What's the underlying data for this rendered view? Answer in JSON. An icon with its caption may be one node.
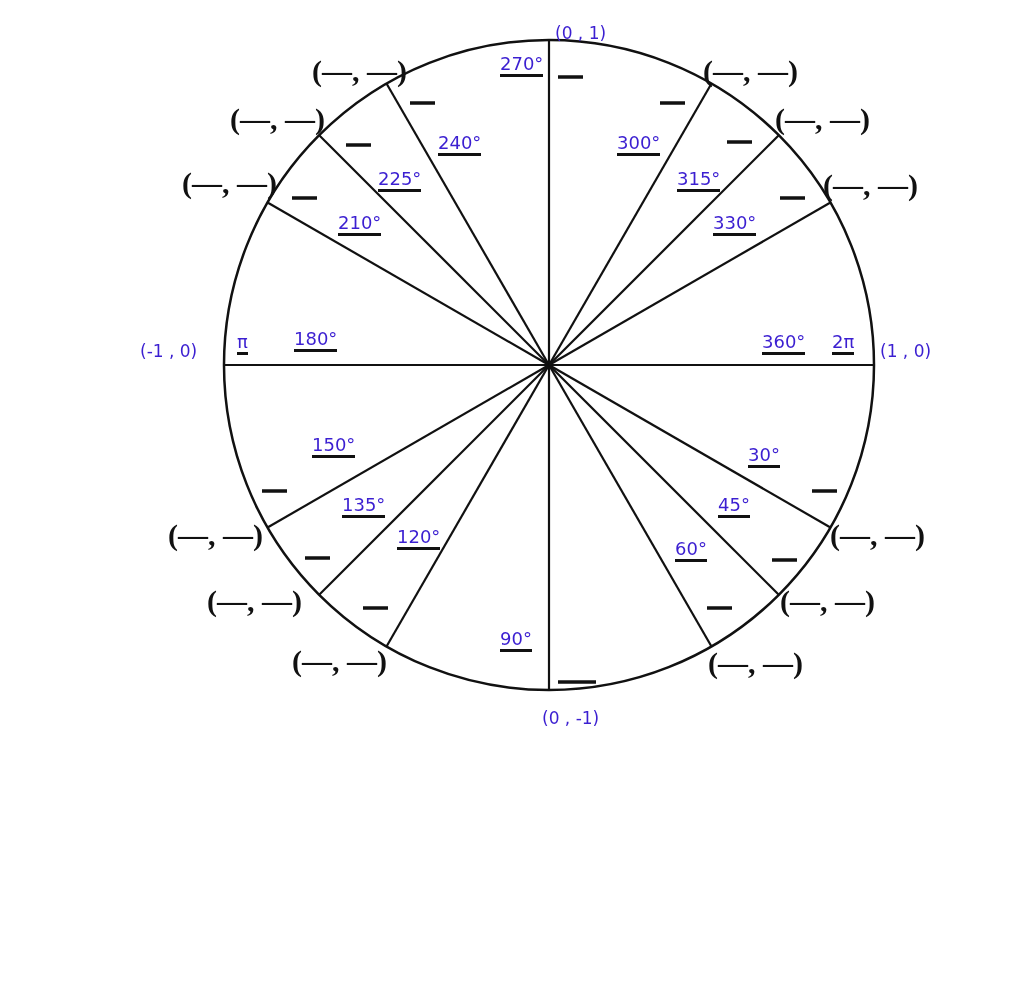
{
  "diagram": {
    "labels": [
      "(0 , 1)",
      "270°",
      "(—, —)",
      "(—, —)",
      "(—, —)",
      "(—, —)",
      "240°",
      "300°",
      "225°",
      "315°",
      "(—, —)",
      "(—, —)",
      "210°",
      "330°",
      "(-1 , 0)",
      "π",
      "180°",
      "360°",
      "2π",
      "(1 , 0)",
      "150°",
      "30°",
      "135°",
      "45°",
      "120°",
      "(—, —)",
      "(—, —)",
      "60°",
      "(—, —)",
      "(—, —)",
      "90°",
      "(—, —)",
      "(—, —)",
      "(0 , -1)"
    ]
  }
}
